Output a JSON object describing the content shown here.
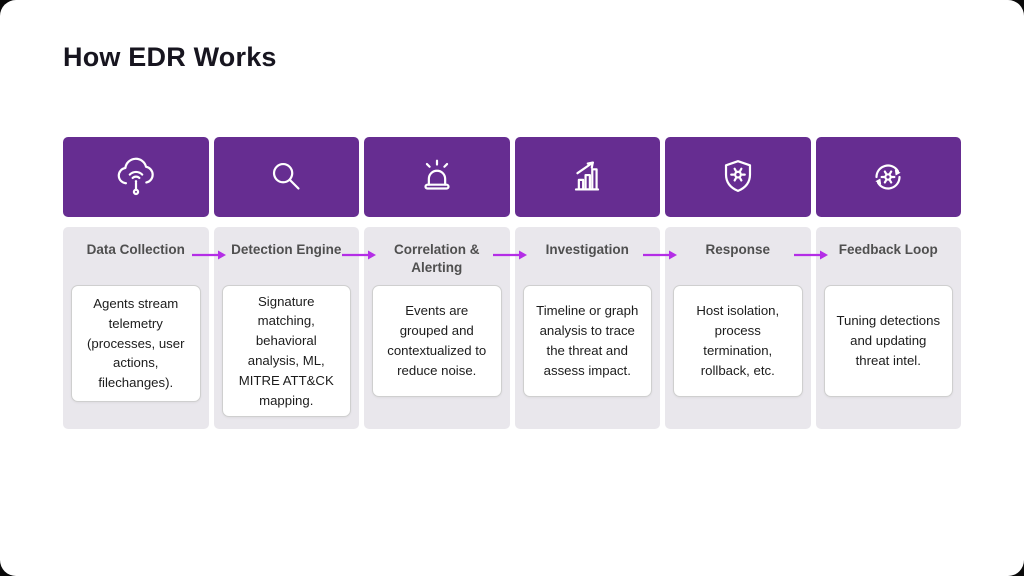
{
  "page": {
    "title": "How EDR Works"
  },
  "colors": {
    "tile_purple": "#662d91",
    "arrow_magenta": "#b42ee6",
    "panel_gray": "#e9e7ec",
    "card_border": "#cfcfcf",
    "title_color": "#17151f",
    "heading_color": "#4f4f4f",
    "body_color": "#1c1c1c"
  },
  "steps": [
    {
      "label": "Data Collection",
      "description": "Agents stream telemetry (processes, user actions, filechanges).",
      "icon": "cloud-telemetry-icon"
    },
    {
      "label": "Detection Engine",
      "description": "Signature matching, behavioral analysis, ML, MITRE ATT&CK mapping.",
      "icon": "magnifier-icon"
    },
    {
      "label": "Correlation & Alerting",
      "description": "Events are grouped and contextualized to reduce noise.",
      "icon": "alarm-icon"
    },
    {
      "label": "Investigation",
      "description": "Timeline or graph analysis to trace the threat and assess impact.",
      "icon": "bar-chart-icon"
    },
    {
      "label": "Response",
      "description": "Host isolation, process termination, rollback, etc.",
      "icon": "shield-gear-icon"
    },
    {
      "label": "Feedback Loop",
      "description": "Tuning detections and updating threat intel.",
      "icon": "loop-gear-icon"
    }
  ]
}
